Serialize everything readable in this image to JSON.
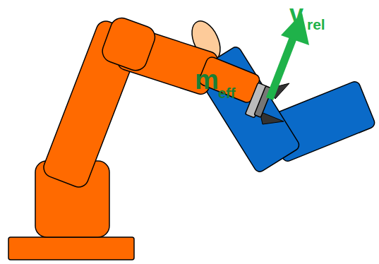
{
  "diagram": {
    "labels": [
      "v",
      "rel",
      "m",
      "eff"
    ]
  }
}
